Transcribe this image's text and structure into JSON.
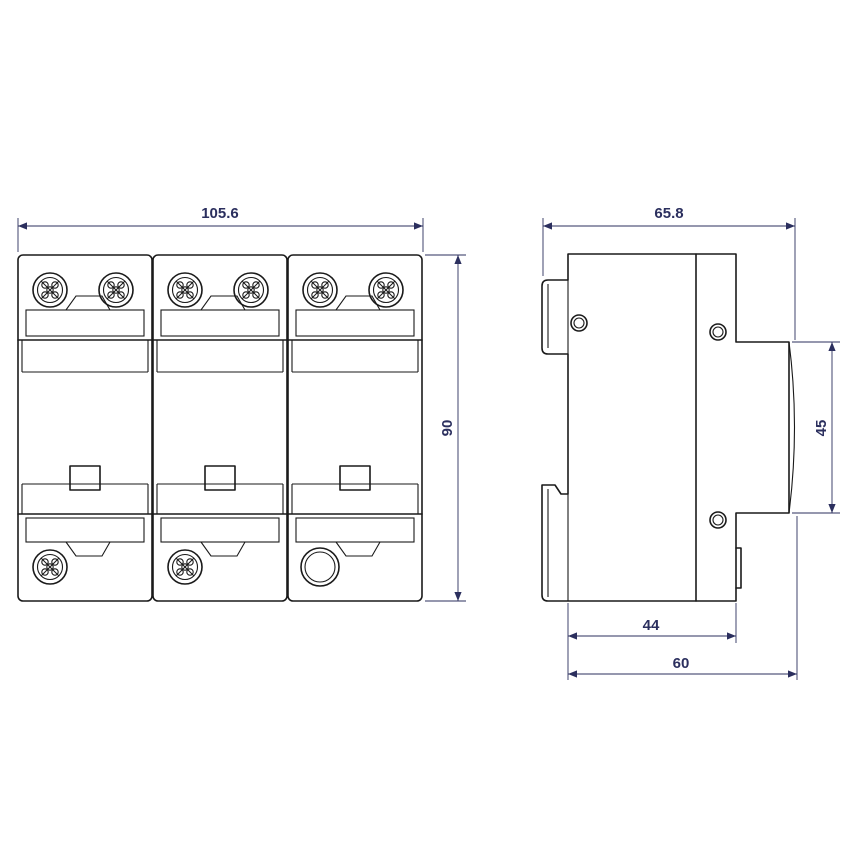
{
  "dimensions": {
    "front_width": "105.6",
    "front_height": "90",
    "side_depth_top": "65.8",
    "side_rail_height": "45",
    "side_body_depth": "44",
    "side_total_depth": "60"
  },
  "colors": {
    "outline": "#1a1a1a",
    "dimension": "#2b2f5e"
  },
  "modules": [
    {
      "top_terminals": [
        "screw-terminal",
        "screw-terminal"
      ],
      "bottom_terminal": "screw-terminal"
    },
    {
      "top_terminals": [
        "screw-terminal",
        "screw-terminal"
      ],
      "bottom_terminal": "screw-terminal"
    },
    {
      "top_terminals": [
        "screw-terminal",
        "screw-terminal"
      ],
      "bottom_terminal": "round-indicator"
    }
  ]
}
